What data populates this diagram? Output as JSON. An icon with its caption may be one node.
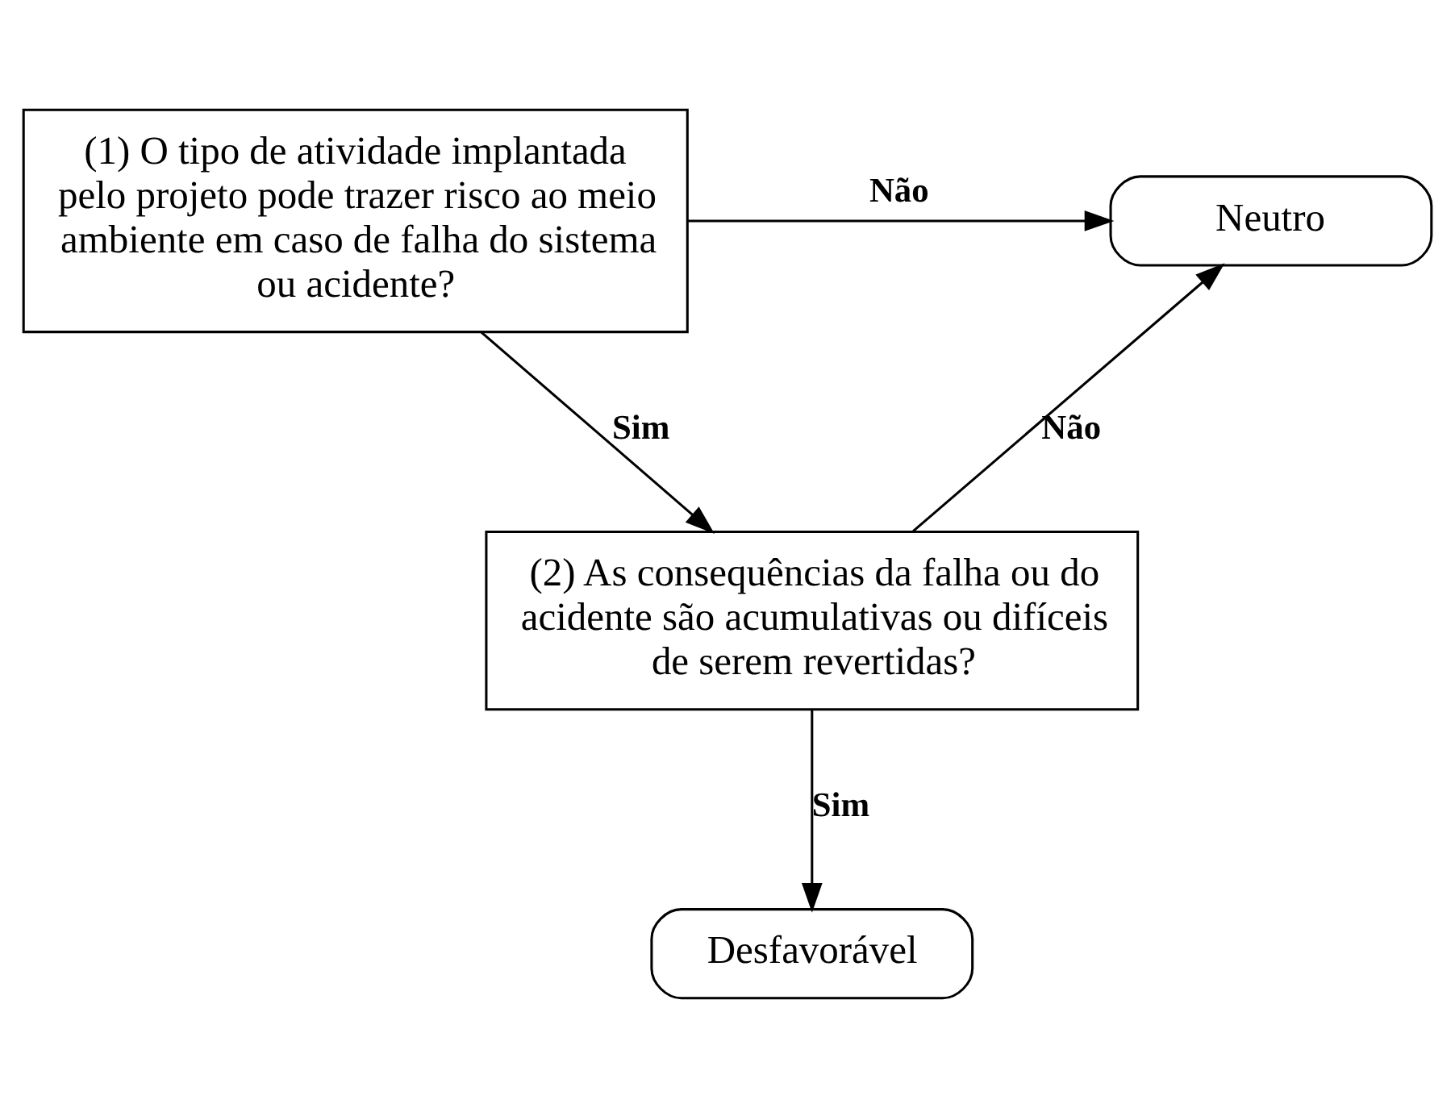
{
  "diagram": {
    "nodes": [
      {
        "text": [
          "(1) O tipo de atividade implantada pelo projeto pode trazer risco ao meio ambiente em caso de falha do sistema ou acidente?"
        ]
      },
      {
        "text": [
          "Neutro"
        ]
      },
      {
        "text": [
          "(2) As consequências da falha ou do acidente são acumulativas ou difíceis de serem revertidas?"
        ]
      },
      {
        "text": [
          "Desfavorável"
        ]
      }
    ],
    "edges": [
      {
        "from": 0,
        "to": 1,
        "arrow": "to",
        "label": "Não"
      },
      {
        "from": 0,
        "to": 2,
        "arrow": "to",
        "label": "Sim"
      },
      {
        "from": 2,
        "to": 1,
        "arrow": "to",
        "label": "Não"
      },
      {
        "from": 2,
        "to": 3,
        "arrow": "to",
        "label": "Sim"
      }
    ]
  }
}
